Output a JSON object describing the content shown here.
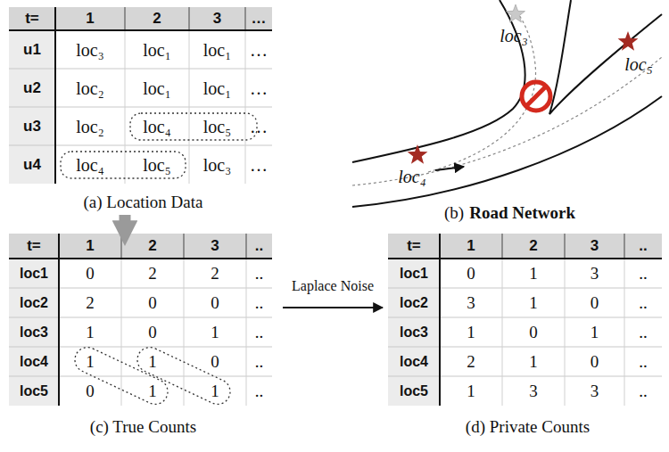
{
  "diagram": {
    "nodes": [
      {
        "text": [
          "(a) Location Data"
        ]
      },
      {
        "text": [
          "(b)",
          "Road Network"
        ]
      },
      {
        "text": [
          "(c) True Counts"
        ]
      },
      {
        "text": [
          "(d) Private Counts"
        ]
      }
    ],
    "edges": [
      {
        "from": 0,
        "to": 2,
        "arrow": "to"
      },
      {
        "from": 2,
        "to": 3,
        "label": "Laplace Noise",
        "arrow": "to"
      }
    ],
    "labels": [
      "t=",
      "1",
      "2",
      "3",
      "…",
      "u1",
      "loc₃",
      "loc₁",
      "loc₁",
      "…",
      "u2",
      "loc₂",
      "loc₁",
      "loc₁",
      "…",
      "u3",
      "loc₂",
      "loc₄",
      "loc₅",
      "…",
      "u4",
      "loc₄",
      "loc₅",
      "loc₃",
      "…",
      "loc₃",
      "loc₅",
      "loc₄",
      "t=",
      "1",
      "2",
      "3",
      "..",
      "loc1",
      "0",
      "2",
      "2",
      "..",
      "loc2",
      "2",
      "0",
      "0",
      "..",
      "loc3",
      "1",
      "0",
      "1",
      "..",
      "loc4",
      "1",
      "1",
      "0",
      "..",
      "loc5",
      "0",
      "1",
      "1",
      "..",
      "t=",
      "1",
      "2",
      "3",
      "..",
      "loc1",
      "0",
      "1",
      "3",
      "..",
      "loc2",
      "3",
      "1",
      "0",
      "..",
      "loc3",
      "1",
      "0",
      "1",
      "..",
      "loc4",
      "2",
      "1",
      "0",
      "..",
      "loc5",
      "1",
      "3",
      "3",
      ".."
    ]
  }
}
